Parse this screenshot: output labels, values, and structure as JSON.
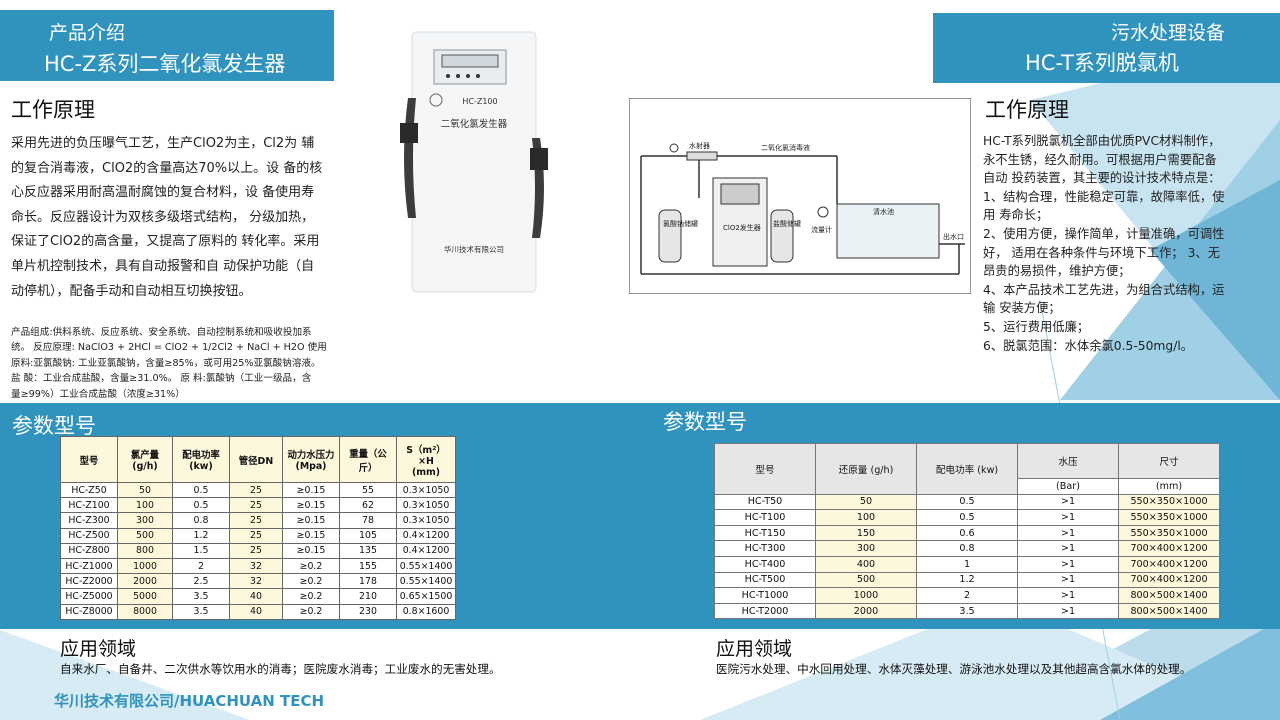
{
  "left_header": {
    "line1": "产品介绍",
    "line2": "HC-Z系列二氧化氯发生器"
  },
  "right_header": {
    "line1": "污水处理设备",
    "line2": "HC-T系列脱氯机"
  },
  "left_principle": {
    "title": "工作原理",
    "lines": [
      "采用先进的负压曝气工艺，生产ClO2为主，Cl2为 辅",
      "的复合消毒液，ClO2的含量高达70%以上。设 备的核",
      "心反应器采用耐高温耐腐蚀的复合材料，设 备使用寿",
      "命长。反应器设计为双核多级塔式结构， 分级加热，",
      "保证了ClO2的高含量，又提高了原料的 转化率。采用",
      "单片机控制技术，具有自动报警和自 动保护功能（自",
      "动停机），配备手动和自动相互切换按钮。"
    ],
    "notes": [
      "产品组成:供料系统、反应系统、安全系统、自动控制系统和吸收投加系",
      "统。 反应原理: NaClO3 + 2HCl = ClO2 + 1/2Cl2 + NaCl + H2O 使用",
      "原料:亚氯酸钠: 工业亚氯酸钠，含量≥85%，或可用25%亚氯酸钠溶液。",
      "盐 酸：工业合成盐酸，含量≥31.0%。 原 料:氯酸钠（工业一级品，含",
      "量≥99%）工业合成盐酸（浓度≥31%）"
    ]
  },
  "product_image": {
    "model_text": "HC-Z100",
    "name_text": "二氧化氯发生器",
    "company_text": "华川技术有限公司",
    "icon": "chlorine-dioxide-generator-cabinet"
  },
  "diagram": {
    "labels": {
      "ejector": "水射器",
      "solution": "二氧化氯消毒液",
      "tank_left": "氯酸钠储罐",
      "generator": "ClO2发生器",
      "tank_right": "盐酸储罐",
      "flowmeter": "流量计",
      "pool": "清水池",
      "outlet": "出水口"
    }
  },
  "right_principle": {
    "title": "工作原理",
    "lines": [
      "HC-T系列脱氯机全部由优质PVC材料制作，",
      "永不生锈，经久耐用。可根据用户需要配备",
      "自动 投药装置，其主要的设计技术特点是：",
      "1、结构合理，性能稳定可靠，故障率低，使",
      "用 寿命长；",
      "2、使用方便，操作简单，计量准确，可调性",
      "好， 适用在各种条件与环境下工作； 3、无",
      "昂贵的易损件，维护方便；",
      "4、本产品技术工艺先进，为组合式结构，运",
      "输 安装方便；",
      "5、运行费用低廉；",
      "6、脱氯范围：水体余氯0.5-50mg/l。"
    ]
  },
  "left_params": {
    "title": "参数型号",
    "headers": [
      "型号",
      "氯产量\n(g/h)",
      "配电功率\n(kw)",
      "管径DN",
      "动力水压力\n(Mpa)",
      "重量（公\n斤）",
      "S（m²）\n×H\n(mm)"
    ],
    "rows": [
      [
        "HC-Z50",
        "50",
        "0.5",
        "25",
        "≥0.15",
        "55",
        "0.3×1050"
      ],
      [
        "HC-Z100",
        "100",
        "0.5",
        "25",
        "≥0.15",
        "62",
        "0.3×1050"
      ],
      [
        "HC-Z300",
        "300",
        "0.8",
        "25",
        "≥0.15",
        "78",
        "0.3×1050"
      ],
      [
        "HC-Z500",
        "500",
        "1.2",
        "25",
        "≥0.15",
        "105",
        "0.4×1200"
      ],
      [
        "HC-Z800",
        "800",
        "1.5",
        "25",
        "≥0.15",
        "135",
        "0.4×1200"
      ],
      [
        "HC-Z1000",
        "1000",
        "2",
        "32",
        "≥0.2",
        "155",
        "0.55×1400"
      ],
      [
        "HC-Z2000",
        "2000",
        "2.5",
        "32",
        "≥0.2",
        "178",
        "0.55×1400"
      ],
      [
        "HC-Z5000",
        "5000",
        "3.5",
        "40",
        "≥0.2",
        "210",
        "0.65×1500"
      ],
      [
        "HC-Z8000",
        "8000",
        "3.5",
        "40",
        "≥0.2",
        "230",
        "0.8×1600"
      ]
    ]
  },
  "right_params": {
    "title": "参数型号",
    "headers": [
      "型号",
      "还原量 (g/h)",
      "配电功率 (kw)",
      "水压",
      "尺寸"
    ],
    "subheaders": [
      "(Bar)",
      "(mm)"
    ],
    "rows": [
      [
        "HC-T50",
        "50",
        "0.5",
        ">1",
        "550×350×1000"
      ],
      [
        "HC-T100",
        "100",
        "0.5",
        ">1",
        "550×350×1000"
      ],
      [
        "HC-T150",
        "150",
        "0.6",
        ">1",
        "550×350×1000"
      ],
      [
        "HC-T300",
        "300",
        "0.8",
        ">1",
        "700×400×1200"
      ],
      [
        "HC-T400",
        "400",
        "1",
        ">1",
        "700×400×1200"
      ],
      [
        "HC-T500",
        "500",
        "1.2",
        ">1",
        "700×400×1200"
      ],
      [
        "HC-T1000",
        "1000",
        "2",
        ">1",
        "800×500×1400"
      ],
      [
        "HC-T2000",
        "2000",
        "3.5",
        ">1",
        "800×500×1400"
      ]
    ]
  },
  "left_application": {
    "title": "应用领域",
    "text": "自来水厂、自备井、二次供水等饮用水的消毒；医院废水消毒；工业废水的无害处理。"
  },
  "right_application": {
    "title": "应用领域",
    "text": "医院污水处理、中水回用处理、水体灭藻处理、游泳池水处理以及其他超高含氯水体的处理。"
  },
  "footer": {
    "company": "华川技术有限公司/HUACHUAN TECH"
  },
  "colors": {
    "accent": "#2f93bd",
    "highlight_cell": "#fdf7dc"
  }
}
